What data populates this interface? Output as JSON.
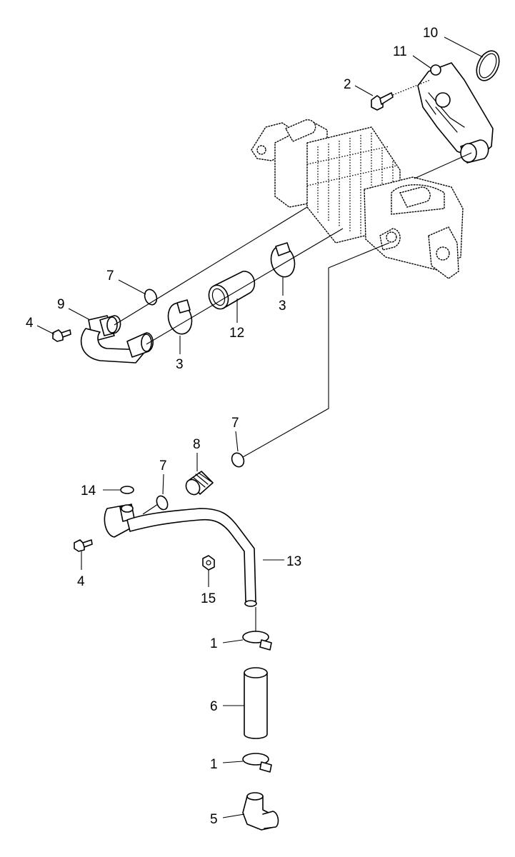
{
  "diagram": {
    "callouts": {
      "c10": "10",
      "c11": "11",
      "c2": "2",
      "c7a": "7",
      "c9": "9",
      "c4a": "4",
      "c3a": "3",
      "c12": "12",
      "c3b": "3",
      "c7b": "7",
      "c8": "8",
      "c7c": "7",
      "c14": "14",
      "c4b": "4",
      "c13": "13",
      "c15": "15",
      "c1a": "1",
      "c6": "6",
      "c1b": "1",
      "c5": "5"
    }
  }
}
